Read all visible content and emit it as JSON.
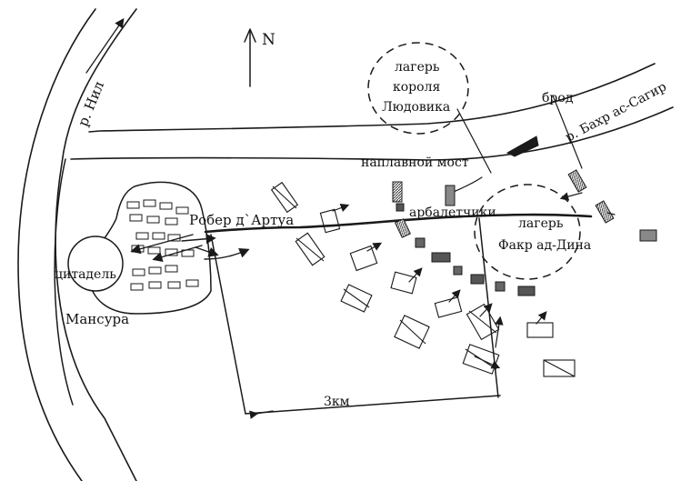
{
  "labels": {
    "north": "N",
    "nile": "р. Нил",
    "bahr": "р. Бахр ас-Сагир",
    "ford": "брод",
    "king_camp_1": "лагерь",
    "king_camp_2": "короля",
    "king_camp_3": "Людовика",
    "pontoon": "наплавной мост",
    "crossbowmen": "арбалетчики",
    "robert": "Робер д`Артуа",
    "fakr_camp_1": "лагерь",
    "fakr_camp_2": "Факр ад-Дина",
    "citadel": "цитадель",
    "mansura": "Мансура",
    "scale": "3км"
  },
  "colors": {
    "ink": "#1a1a1a",
    "hatch": "#777777",
    "paper": "#ffffff"
  }
}
